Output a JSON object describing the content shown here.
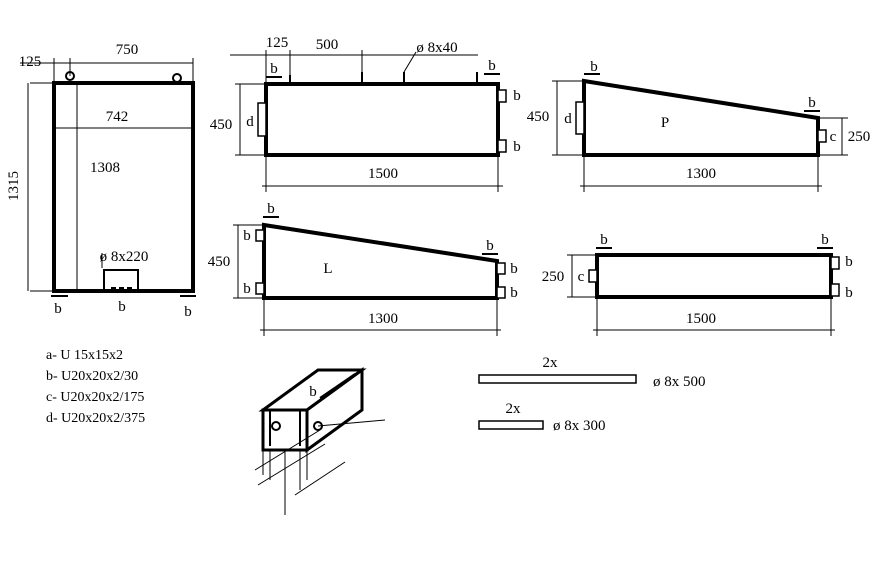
{
  "front_view": {
    "dim_top_offset": "125",
    "dim_width": "750",
    "dim_inner_width": "742",
    "dim_height": "1315",
    "dim_inner_height": "1308",
    "rod_label": "ø 8x220",
    "label_b_left": "b",
    "label_b_center": "b",
    "label_b_right": "b"
  },
  "side_long": {
    "dim_offset": "125",
    "dim_spacing": "500",
    "rod_label": "ø 8x40",
    "dim_height": "450",
    "dim_length": "1500",
    "label_b_tl": "b",
    "label_b_tr": "b",
    "label_b_r1": "b",
    "label_b_r2": "b",
    "label_d": "d"
  },
  "panel_p": {
    "name": "P",
    "dim_height_left": "450",
    "dim_height_right": "250",
    "dim_length": "1300",
    "label_b_tl": "b",
    "label_b_tr": "b",
    "label_d": "d",
    "label_c": "c"
  },
  "panel_l": {
    "name": "L",
    "dim_height": "450",
    "dim_length": "1300",
    "label_b_tl": "b",
    "label_b_l1": "b",
    "label_b_l2": "b",
    "label_b_tr": "b",
    "label_b_r1": "b",
    "label_b_r2": "b"
  },
  "panel_end": {
    "dim_height": "250",
    "dim_length": "1500",
    "label_b_tl": "b",
    "label_b_tr": "b",
    "label_b_r1": "b",
    "label_b_r2": "b",
    "label_c": "c"
  },
  "legend": [
    "a- U 15x15x2",
    "b- U20x20x2/30",
    "c- U20x20x2/175",
    "d- U20x20x2/375"
  ],
  "detail": {
    "label_b": "b"
  },
  "rods": [
    {
      "qty": "2x",
      "label": "ø 8x 500"
    },
    {
      "qty": "2x",
      "label": "ø 8x 300"
    }
  ]
}
